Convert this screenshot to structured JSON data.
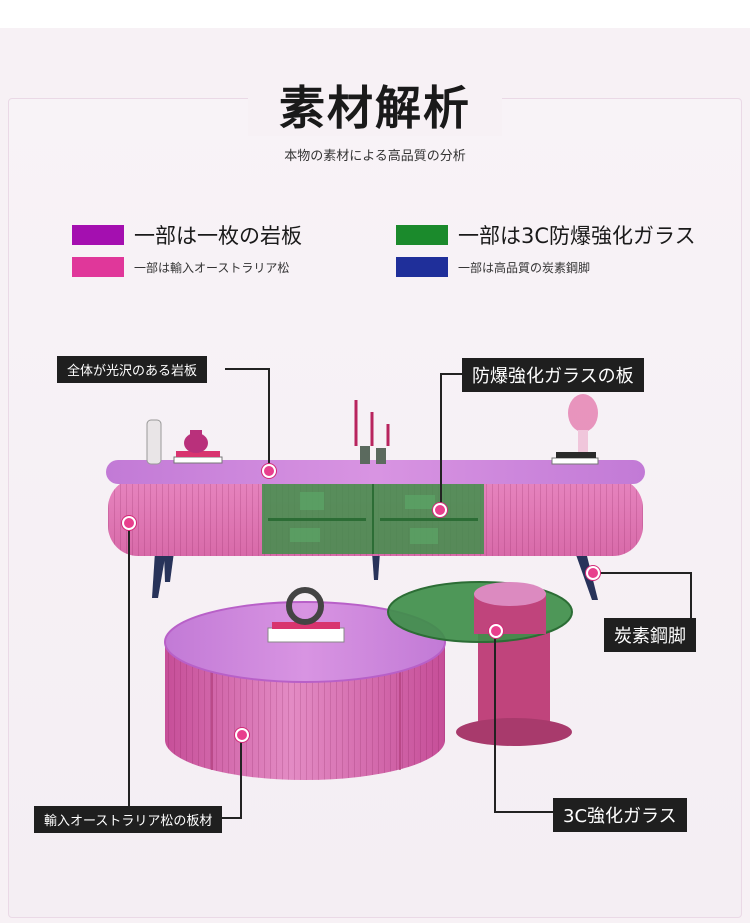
{
  "header": {
    "title": "素材解析",
    "subtitle": "本物の素材による高品質の分析"
  },
  "legend": [
    {
      "label": "一部は一枚の岩板",
      "color": "#a40fb0",
      "size": "big"
    },
    {
      "label": "一部は3C防爆強化ガラス",
      "color": "#1b8a2c",
      "size": "big"
    },
    {
      "label": "一部は輸入オーストラリア松",
      "color": "#e0379a",
      "size": "small"
    },
    {
      "label": "一部は高品質の炭素鋼脚",
      "color": "#1f2f9a",
      "size": "small"
    }
  ],
  "callouts": {
    "stone_top": "全体が光沢のある岩板",
    "glass": "防爆強化ガラスの板",
    "steel_legs": "炭素鋼脚",
    "pine_board": "輸入オーストラリア松の板材",
    "glass_3c": "3C強化ガラス"
  },
  "colors": {
    "cabinet": "#e27bb8",
    "stone": "#c77ed6",
    "glass": "#3f8f4a",
    "legs": "#28335a",
    "dot": "#e83f8d"
  },
  "icons": {
    "vase": "vase-icon",
    "books": "books-icon",
    "lamp": "lamp-icon",
    "sculpture": "sculpture-icon"
  }
}
